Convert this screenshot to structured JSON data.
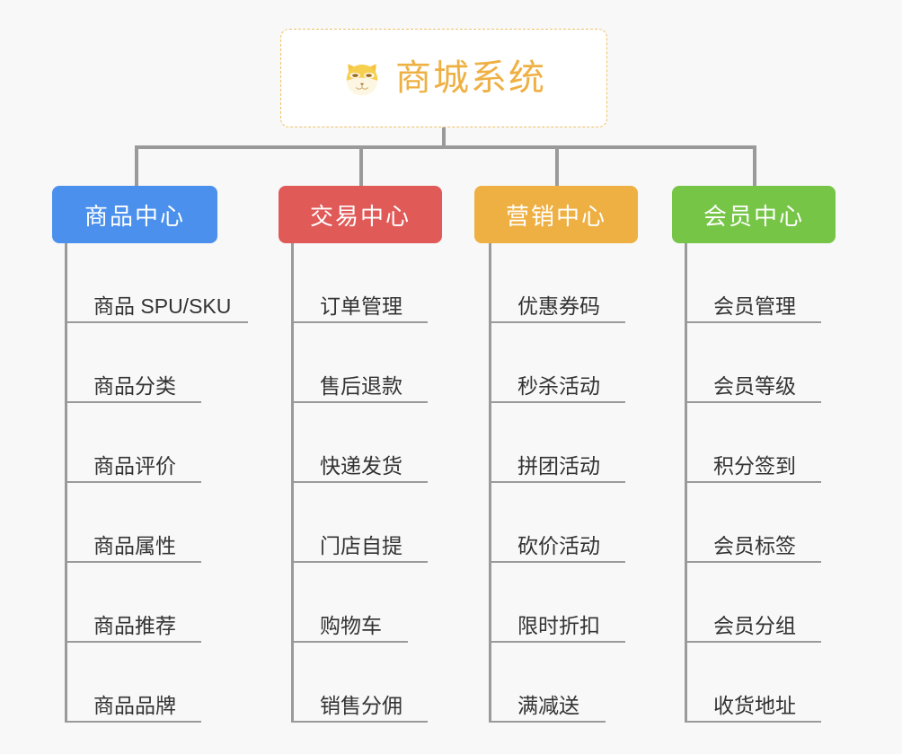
{
  "diagram": {
    "type": "organization-tree",
    "background_color": "#f8f8f8",
    "root": {
      "title": "商城系统",
      "icon": "shiba-dog-face-icon",
      "text_color": "#eeb043",
      "border_color": "#eec268",
      "background_color": "#ffffff"
    },
    "connector_color": "#9a9a9a",
    "columns": [
      {
        "title": "商品中心",
        "color": "#4a90ec",
        "items": [
          "商品 SPU/SKU",
          "商品分类",
          "商品评价",
          "商品属性",
          "商品推荐",
          "商品品牌"
        ]
      },
      {
        "title": "交易中心",
        "color": "#e05a58",
        "items": [
          "订单管理",
          "售后退款",
          "快递发货",
          "门店自提",
          "购物车",
          "销售分佣"
        ]
      },
      {
        "title": "营销中心",
        "color": "#eeb043",
        "items": [
          "优惠券码",
          "秒杀活动",
          "拼团活动",
          "砍价活动",
          "限时折扣",
          "满减送"
        ]
      },
      {
        "title": "会员中心",
        "color": "#76c546",
        "items": [
          "会员管理",
          "会员等级",
          "积分签到",
          "会员标签",
          "会员分组",
          "收货地址"
        ]
      }
    ]
  }
}
